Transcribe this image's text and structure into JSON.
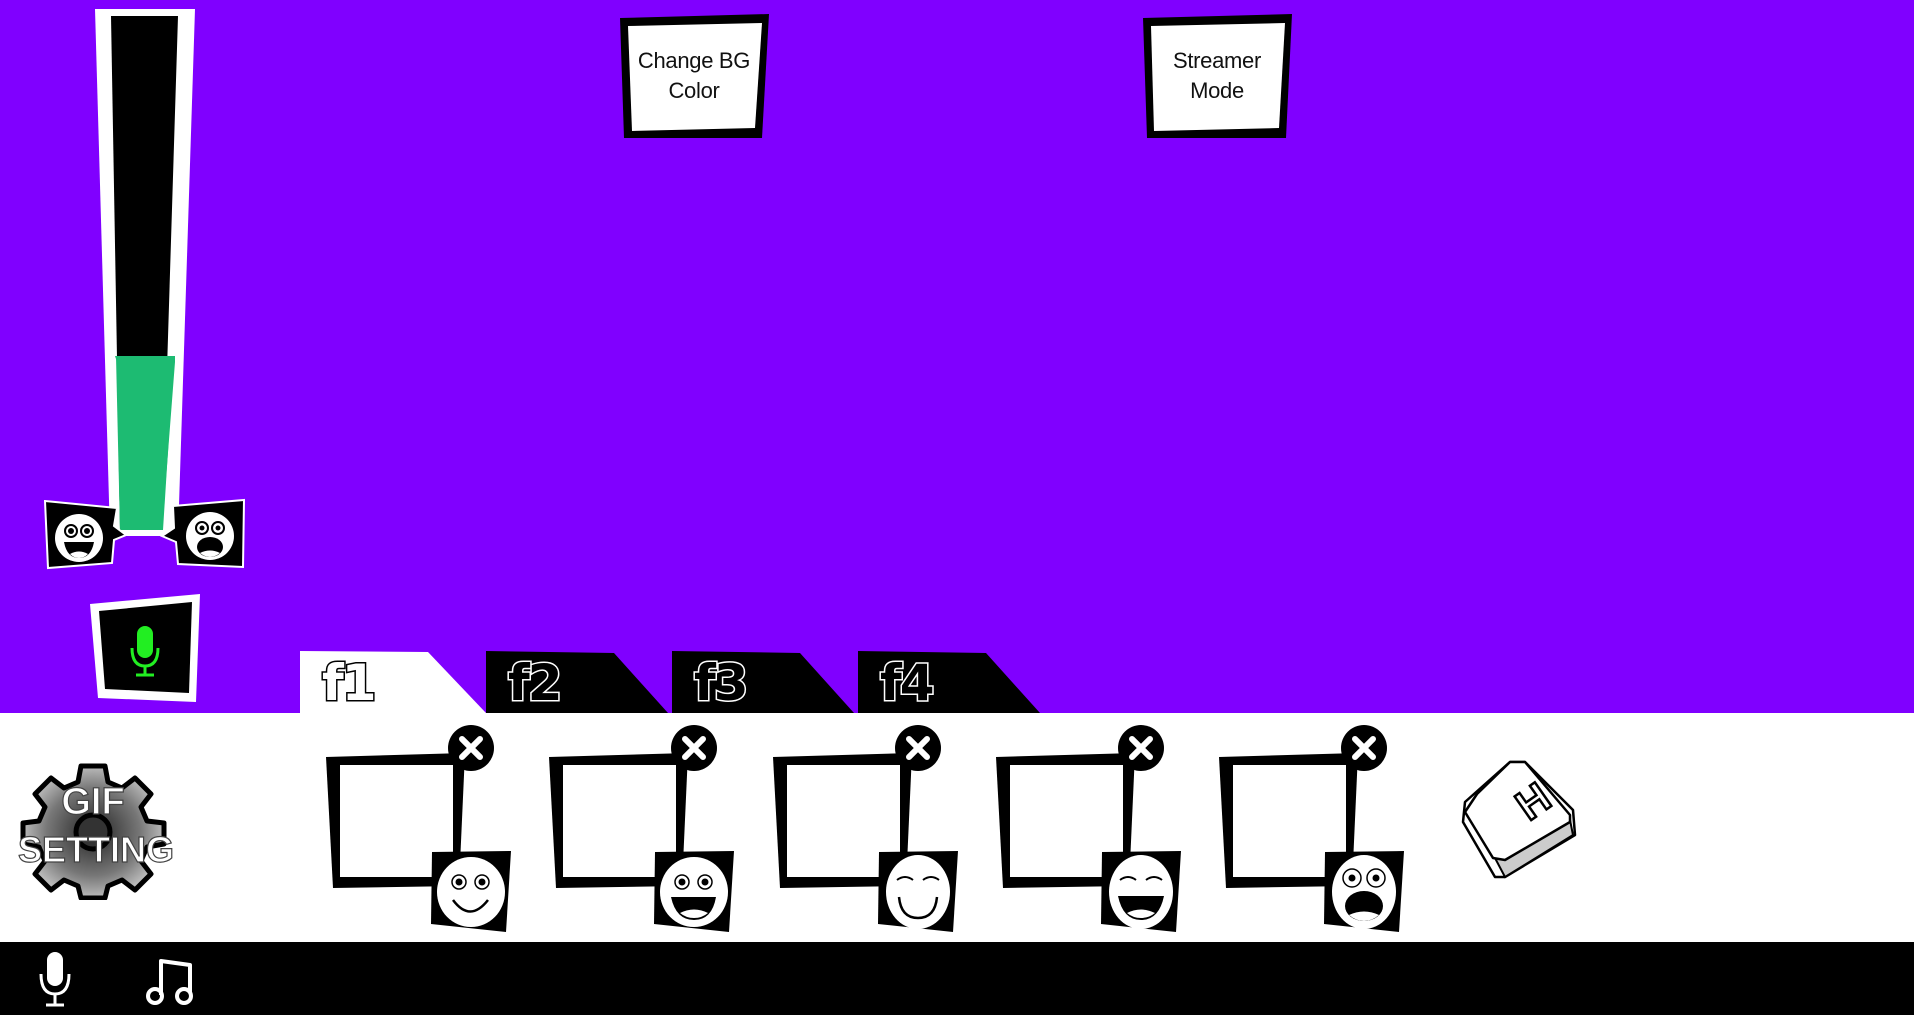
{
  "colors": {
    "background": "#8000ff",
    "tray": "#ffffff",
    "bottom_bar": "#000000",
    "meter_level": "#1dbb72",
    "mic_active": "#22ee22"
  },
  "meter": {
    "level_percent": 41,
    "low_emotion_icon": "happy-face-icon",
    "high_emotion_icon": "shocked-face-icon"
  },
  "mic_button": {
    "icon": "microphone-icon",
    "state": "active"
  },
  "top_buttons": [
    {
      "line1": "Change BG",
      "line2": "Color"
    },
    {
      "line1": "Streamer",
      "line2": "Mode"
    }
  ],
  "tabs": [
    {
      "label": "f1",
      "active": true
    },
    {
      "label": "f2",
      "active": false
    },
    {
      "label": "f3",
      "active": false
    },
    {
      "label": "f4",
      "active": false
    }
  ],
  "slots": [
    {
      "face": "smile-face-icon",
      "remove_icon": "close-icon"
    },
    {
      "face": "grin-face-icon",
      "remove_icon": "close-icon"
    },
    {
      "face": "closed-eyes-smile-face-icon",
      "remove_icon": "close-icon"
    },
    {
      "face": "closed-eyes-laugh-face-icon",
      "remove_icon": "close-icon"
    },
    {
      "face": "shocked-face-icon",
      "remove_icon": "close-icon"
    }
  ],
  "gif_setting": {
    "line1": "GIF",
    "line2": "SETTING"
  },
  "hotkey": {
    "key": "H"
  },
  "bottom_bar": {
    "items": [
      {
        "icon": "microphone-icon"
      },
      {
        "icon": "music-note-icon"
      }
    ]
  }
}
